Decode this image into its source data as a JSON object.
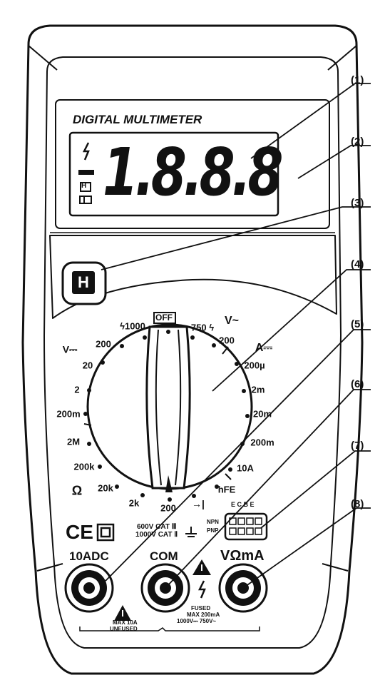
{
  "device": {
    "title": "DIGITAL  MULTIMETER",
    "lcd_reading": "1.8.8.8",
    "lcd_hold_indicator": "H",
    "hold_button_label": "H",
    "off_label": "OFF"
  },
  "dial_labels": {
    "v_dc_group": "V⎓",
    "v_ac_group": "V~",
    "a_dc_group": "A⎓",
    "ohm_group": "Ω",
    "v1000": "ϟ1000",
    "v200a": "200",
    "v20": "20",
    "v2": "2",
    "v200m": "200m",
    "r2m": "2M",
    "r200k": "200k",
    "r20k": "20k",
    "r2k": "2k",
    "r200": "200",
    "diode": "→|",
    "hfe": "hFE",
    "a10": "10A",
    "a200m": "200m",
    "a20m": "20m",
    "a2m": "2m",
    "a200u": "200µ",
    "vac200": "200",
    "vac750": "750 ϟ"
  },
  "panel": {
    "ce_mark": "CE",
    "cat_line1": "600V  CAT Ⅲ",
    "cat_line2": "1000V  CAT Ⅱ",
    "npn": "NPN",
    "pnp": "PNP",
    "socket_pins": "E C B E",
    "jack_10a": "10ADC",
    "jack_com": "COM",
    "jack_vma": "VΩmA",
    "note_10a_1": "MAX 10A",
    "note_10a_2": "UNFUSED",
    "note_fused": "FUSED",
    "note_vma_1": "MAX 200mA",
    "note_vma_2": "1000V⎓ 750V~"
  },
  "callouts": [
    "(1)",
    "(2)",
    "(3)",
    "(4)",
    "(5)",
    "(6)",
    "(7)",
    "(8)"
  ],
  "colors": {
    "ink": "#111111",
    "body_fill": "#ffffff"
  }
}
